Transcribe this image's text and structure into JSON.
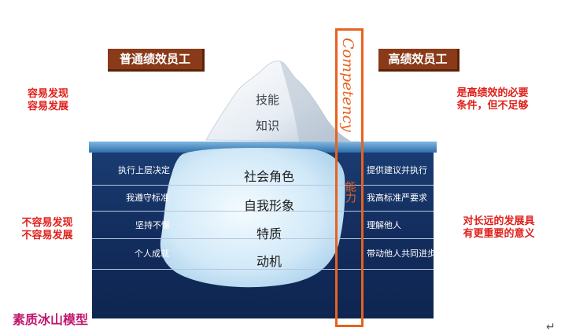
{
  "header": {
    "left_label": "普通绩效员工",
    "right_label": "高绩效员工"
  },
  "left_notes": {
    "top": [
      "容易发现",
      "容易发展"
    ],
    "bottom": [
      "不容易发现",
      "不容易发展"
    ]
  },
  "right_notes": {
    "top": [
      "是高绩效的必要",
      "条件，但不足够"
    ],
    "bottom": [
      "对长远的发展具",
      "有更重要的意义"
    ]
  },
  "iceberg": {
    "tip": [
      "技能",
      "知识"
    ],
    "submerged": [
      "社会角色",
      "自我形象",
      "特质",
      "动机"
    ]
  },
  "left_rows": [
    "执行上层决定",
    "我遵守标准",
    "坚持不懈",
    "个人成就"
  ],
  "right_rows": [
    "提供建议并执行",
    "我高标准严要求",
    "理解他人",
    "带动他人共同进步"
  ],
  "highlight": {
    "english": "Competency",
    "chinese": "能力"
  },
  "footer": {
    "title": "素质冰山模型",
    "return_glyph": "↵"
  },
  "colors": {
    "water_dark": "#132d5e",
    "ice": "#cfe6f7",
    "tag_bg": "#8a3a18",
    "accent_orange": "#e8621e",
    "note_red": "#e0201a",
    "footer_pink": "#c0186e"
  }
}
